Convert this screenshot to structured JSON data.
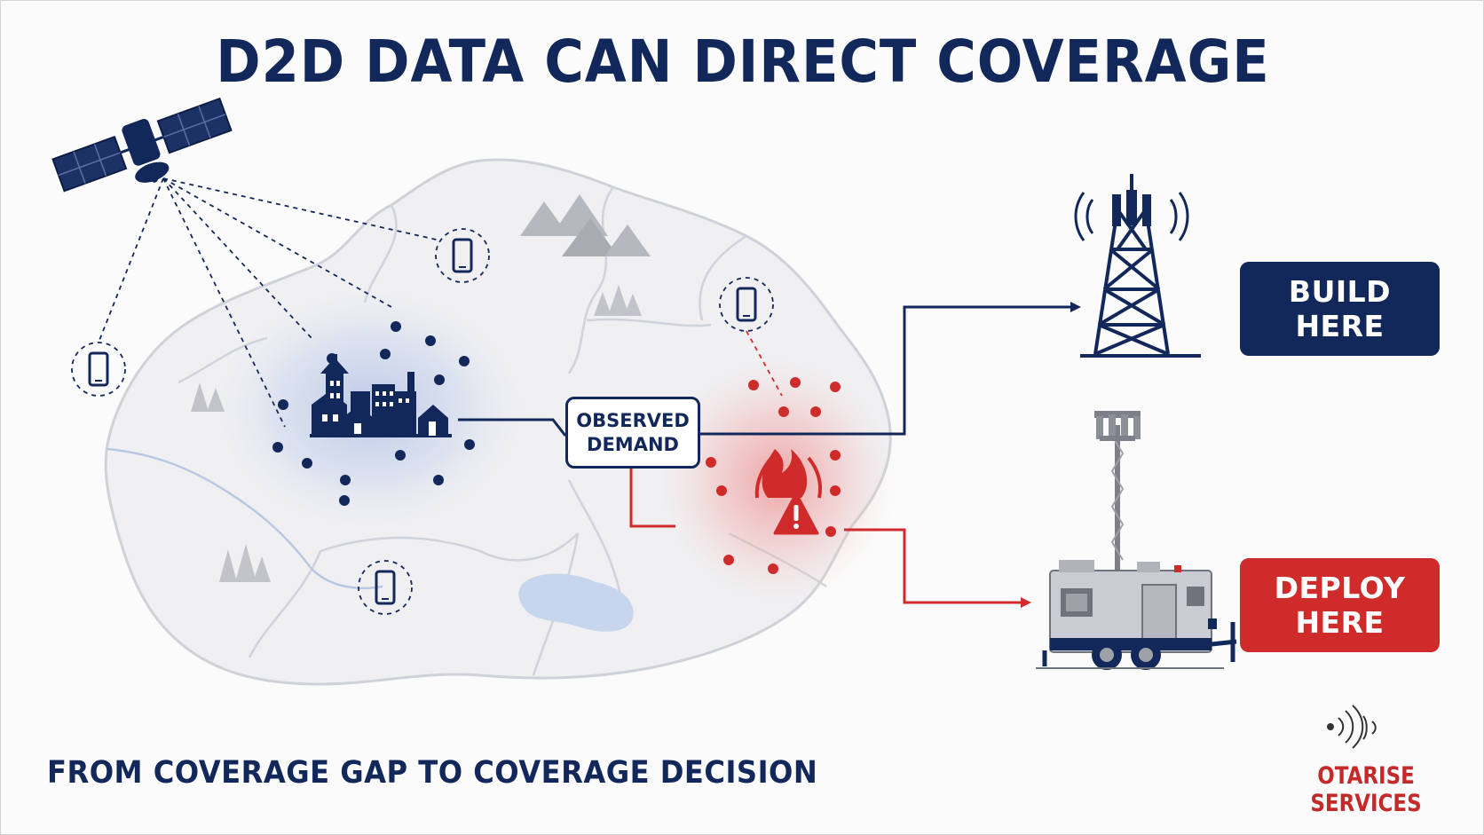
{
  "title": "D2D DATA CAN DIRECT COVERAGE",
  "demand_label": {
    "line1": "OBSERVED",
    "line2": "DEMAND"
  },
  "actions": {
    "build": "BUILD HERE",
    "deploy": "DEPLOY HERE"
  },
  "footer": "FROM COVERAGE GAP TO COVERAGE DECISION",
  "brand": "OTARISE SERVICES",
  "icons": {
    "satellite": "satellite-icon",
    "phone": "smartphone-icon",
    "city": "city-icon",
    "fire_warning": "fire-warning-icon",
    "tower": "cell-tower-icon",
    "mobile_unit": "mobile-cell-trailer-icon",
    "brand_logo": "signal-waves-icon"
  },
  "colors": {
    "navy": "#13285a",
    "red": "#d02b2b",
    "map_fill": "#f0f0f2",
    "map_border": "#cfd2d8"
  }
}
